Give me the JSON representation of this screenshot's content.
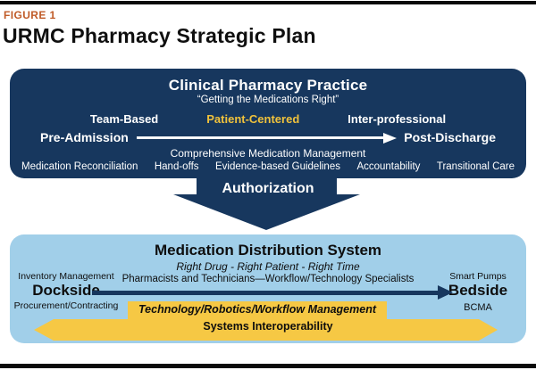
{
  "header": {
    "figure_label": "FIGURE 1",
    "title": "URMC Pharmacy Strategic Plan"
  },
  "colors": {
    "navy": "#17375e",
    "light_blue": "#a1cfe9",
    "banner_yellow": "#f6c844",
    "highlight_gold": "#f0c23c",
    "figure_orange": "#c05b28"
  },
  "clinical_box": {
    "title": "Clinical Pharmacy Practice",
    "subtitle": "“Getting the Medications Right”",
    "approaches": {
      "team": "Team-Based",
      "patient": "Patient-Centered",
      "inter": "Inter-professional"
    },
    "timeline": {
      "start": "Pre-Admission",
      "end": "Post-Discharge"
    },
    "comprehensive_line": "Comprehensive Medication Management",
    "practice_items": [
      "Medication Reconciliation",
      "Hand-offs",
      "Evidence-based Guidelines",
      "Accountability",
      "Transitional Care"
    ]
  },
  "authorization": {
    "label": "Authorization"
  },
  "distribution_box": {
    "title": "Medication Distribution System",
    "subtitle": "Right Drug - Right Patient - Right Time",
    "specialists_line": "Pharmacists and Technicians—Workflow/Technology Specialists",
    "left": {
      "top": "Inventory Management",
      "main": "Dockside",
      "bottom": "Procurement/Contracting"
    },
    "right": {
      "top": "Smart Pumps",
      "main": "Bedside",
      "bottom": "BCMA"
    },
    "banner": {
      "line1": "Technology/Robotics/Workflow Management",
      "line2": "Systems Interoperability"
    }
  }
}
